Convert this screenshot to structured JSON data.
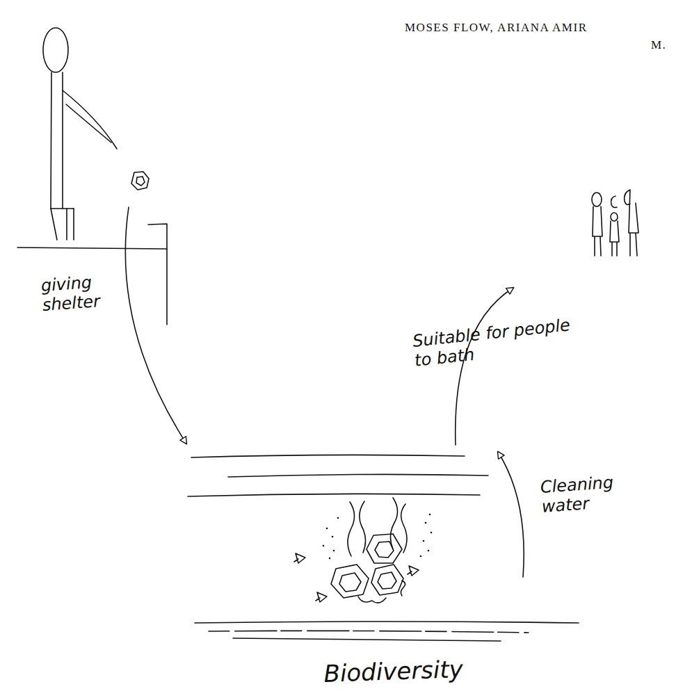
{
  "diagram": {
    "labels": [
      "MOSES FLOW, ARIANA AMIR",
      "M.",
      "giving shelter",
      "Suitable for people to bath",
      "Cleaning water",
      "Biodiversity"
    ]
  }
}
